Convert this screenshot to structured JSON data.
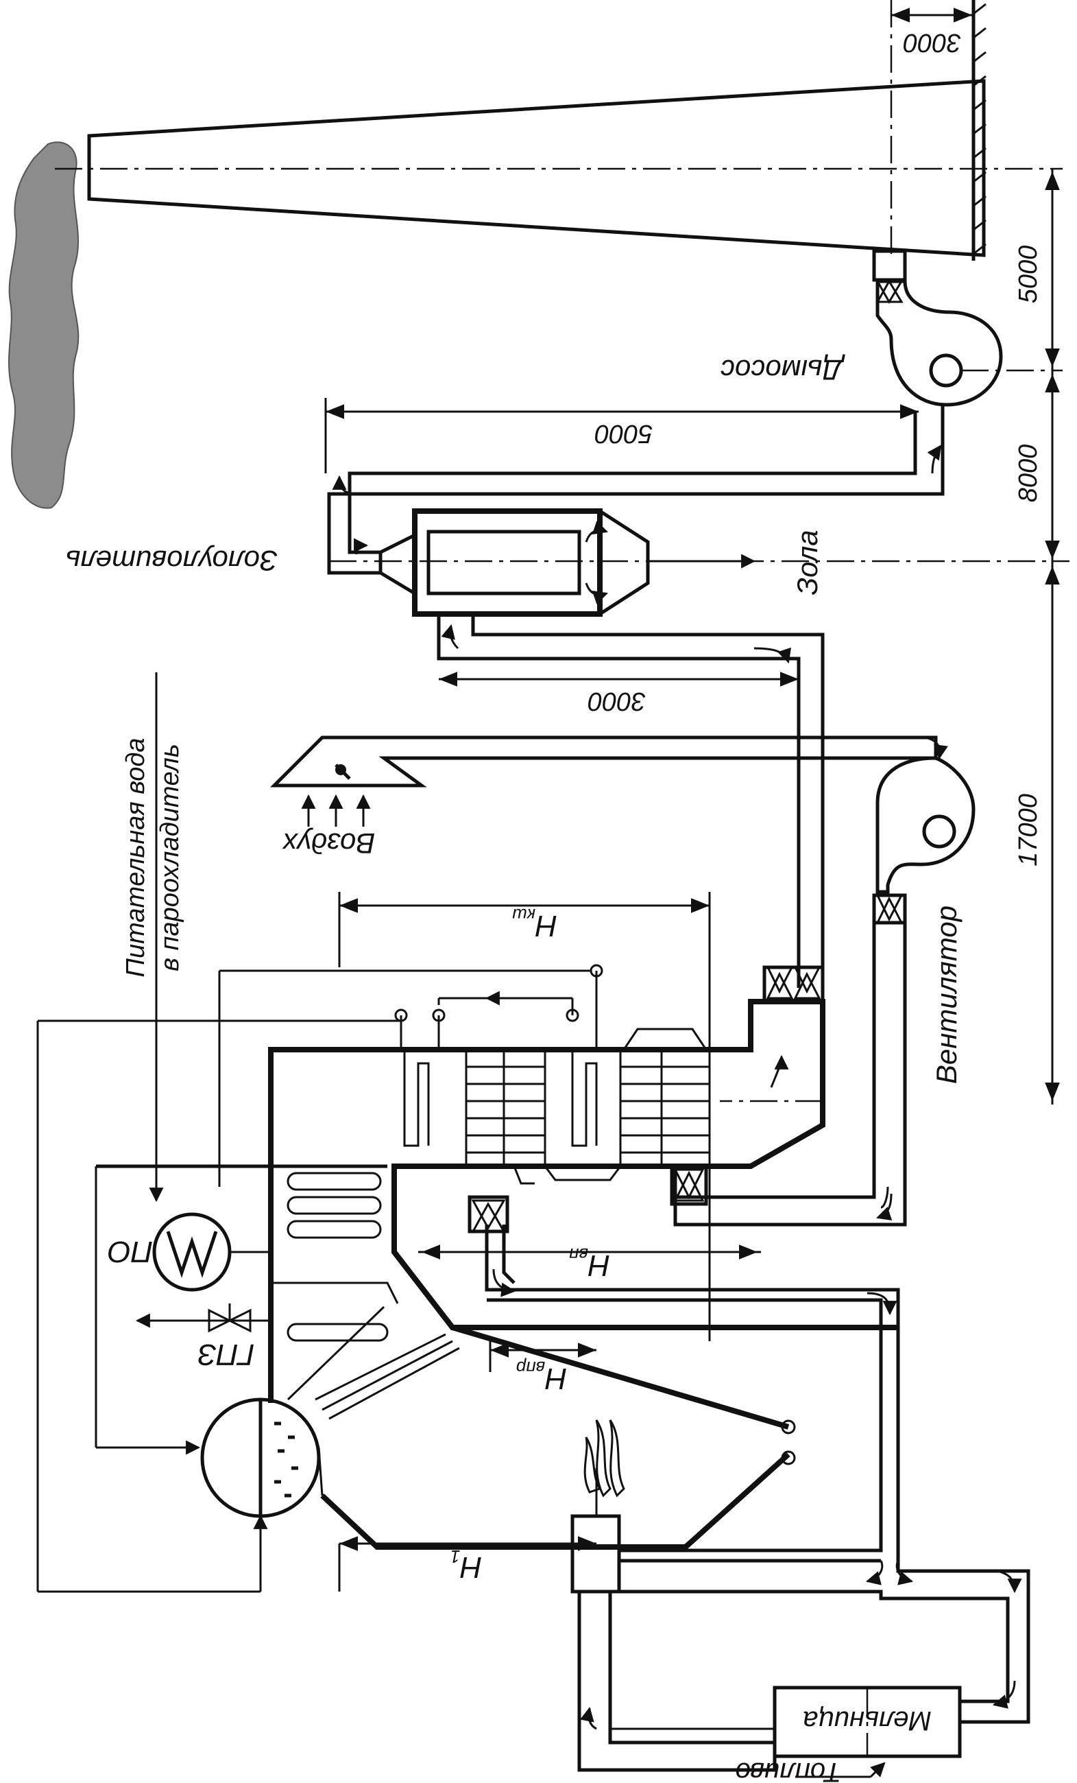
{
  "labels": {
    "fuel": "Топливо",
    "mill": "Мельница",
    "drum_label_gpz": "ГПЗ",
    "po": "ПО",
    "feedwater": "Питательная вода",
    "to_desuperheater": "в пароохладитель",
    "air": "Воздух",
    "fan": "Вентилятор",
    "ash_collector": "Золоуловитель",
    "ash": "Зола",
    "smoke_exhauster": "Дымосос"
  },
  "heights": {
    "h1": "H",
    "h1_sub": "1",
    "h_vpr": "H",
    "h_vpr_sub": "впр",
    "h_vp": "H",
    "h_vp_sub": "вп",
    "h_kts": "H",
    "h_kts_sub": "кш"
  },
  "dimensions": {
    "d17000": "17000",
    "d8000": "8000",
    "d5000_right": "5000",
    "d5000_duct": "5000",
    "d3000_duct": "3000",
    "d3000_top": "3000"
  },
  "colors": {
    "line": "#111111",
    "smoke": "#8c8c8c",
    "background": "#ffffff"
  }
}
